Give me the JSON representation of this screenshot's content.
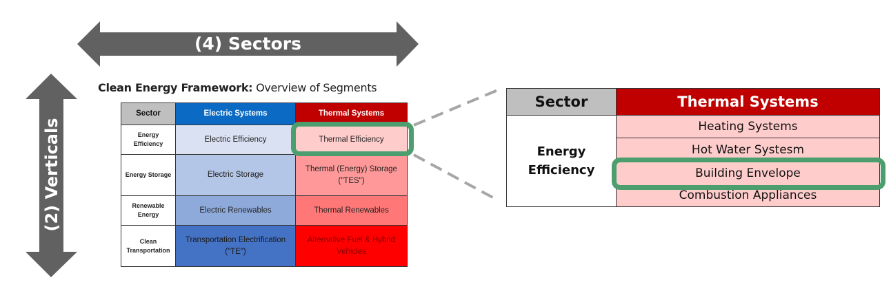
{
  "arrows": {
    "horizontal_label": "(4) Sectors",
    "vertical_label": "(2) Verticals",
    "color": "#616161"
  },
  "framework": {
    "title_bold": "Clean Energy Framework:",
    "title_rest": " Overview of Segments"
  },
  "small_table": {
    "headers": [
      {
        "label": "Sector",
        "bg": "#bfbfbf",
        "color": "#111111"
      },
      {
        "label": "Electric Systems",
        "bg": "#0b6bc4",
        "color": "#ffffff"
      },
      {
        "label": "Thermal Systems",
        "bg": "#c00000",
        "color": "#ffffff"
      }
    ],
    "rows": [
      {
        "sector": "Energy Efficiency",
        "electric": "Electric Efficiency",
        "thermal": "Thermal Efficiency",
        "electric_bg": "#d9e1f2",
        "thermal_bg": "#ffcccc",
        "thermal_color": "#222222"
      },
      {
        "sector": "Energy Storage",
        "electric": "Electric Storage",
        "thermal": "Thermal (Energy) Storage (\"TES\")",
        "electric_bg": "#b4c6e7",
        "thermal_bg": "#ff9999",
        "thermal_color": "#222222"
      },
      {
        "sector": "Renewable Energy",
        "electric": "Electric Renewables",
        "thermal": "Thermal Renewables",
        "electric_bg": "#8eaadb",
        "thermal_bg": "#ff7777",
        "thermal_color": "#222222"
      },
      {
        "sector": "Clean Transportation",
        "electric": "Transportation Electrification (\"TE\")",
        "thermal": "Alternative Fuel & Hybrid Vehicles",
        "electric_bg": "#4472c4",
        "thermal_bg": "#ff0000",
        "thermal_color": "#8b0000"
      }
    ],
    "highlighted_cell": "Thermal Efficiency"
  },
  "detail_table": {
    "header_sector": "Sector",
    "header_thermal": "Thermal Systems",
    "sector_label": "Energy Efficiency",
    "items": [
      "Heating Systems",
      "Hot Water Systesm",
      "Building Envelope",
      "Combustion Appliances"
    ],
    "highlighted_item": "Building Envelope",
    "header_sector_bg": "#bfbfbf",
    "header_thermal_bg": "#c00000",
    "item_bg": "#ffcccc"
  },
  "highlight_color": "#4c9e6e",
  "connector_color": "#a6a6a6"
}
